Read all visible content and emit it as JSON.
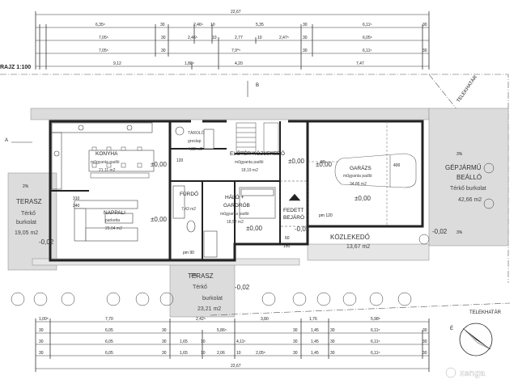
{
  "drawing": {
    "scale_title": "RAJZ 1:100",
    "section_marks": [
      "A",
      "A",
      "B"
    ],
    "boundary_label_right": "TELEKHATÁR",
    "boundary_label_bottom": "TELEKHATÁR",
    "north_mark": "É"
  },
  "dims_top": {
    "overall": "22,67",
    "row1": [
      "6,35⁵",
      "30",
      "2,46⁵",
      "10",
      "5,35",
      "30",
      "6,11⁵",
      "30"
    ],
    "row2": [
      "7,05⁵",
      "30",
      "2,46⁵",
      "10",
      "2,77",
      "10",
      "2,47⁵",
      "30",
      "6,05⁵"
    ],
    "row3": [
      "7,05⁵",
      "30",
      "7,9⁰⁵",
      "30",
      "6,11⁵",
      "30"
    ],
    "row4": [
      "9,12",
      "1,88⁵",
      "4,20",
      "7,47"
    ]
  },
  "dims_bottom": {
    "row1": [
      "1,00⁵",
      "7,70",
      "2,42⁵",
      "3,80",
      "1,76",
      "5,98⁵"
    ],
    "row2": [
      "30",
      "6,05",
      "30",
      "5,86⁵",
      "30",
      "1,45",
      "30",
      "6,11⁵",
      "30"
    ],
    "row3": [
      "30",
      "6,05",
      "30",
      "1,65",
      "10",
      "4,11⁵",
      "30",
      "1,45",
      "30",
      "6,11⁵",
      "30"
    ],
    "row4": [
      "30",
      "6,05",
      "30",
      "1,65",
      "10",
      "2,06",
      "10",
      "2,05⁵",
      "30",
      "1,45",
      "30",
      "6,11⁵",
      "30"
    ],
    "overall": "22,67"
  },
  "rooms": {
    "konyha": {
      "name": "KONYHA",
      "finish": "műgyanta padló",
      "area": "21,11 m2"
    },
    "nappali": {
      "name": "NAPPALI",
      "finish": "parketta",
      "area": "29,04 m2"
    },
    "taroló": {
      "name": "TÁROLÓ",
      "finish": "greslap",
      "area": "4,83 m2"
    },
    "eloter": {
      "name": "ELŐTÉR-KÖZLEKEDŐ",
      "finish": "műgyanta padló",
      "area": "18,19 m2"
    },
    "furdo": {
      "name": "FÜRDŐ",
      "area": "7,43 m2"
    },
    "halo": {
      "name": "HÁLÓ +",
      "name2": "GARDRÓB",
      "finish": "műgyanta padló",
      "area": "18,52 m2"
    },
    "fedett": {
      "name": "FEDETT",
      "name2": "BEJÁRÓ"
    },
    "garazs": {
      "name": "GARÁZS",
      "finish": "műgyanta padló",
      "area": "34,86 m2"
    }
  },
  "levels": {
    "konyha": "±0,00",
    "nappali": "±0,00",
    "eloter": "±0,00",
    "halo": "±0,00",
    "garazs1": "±0,00",
    "garazs2": "±0,00",
    "fedett": "-0,02",
    "terasz_left": "-0,02",
    "terasz_bottom": "-0,02",
    "parking": "-0,02"
  },
  "outdoor": {
    "terasz_left": {
      "name": "TERASZ",
      "finish": "Térkő",
      "finish2": "burkolat",
      "area": "19,05 m2"
    },
    "terasz_bottom": {
      "name": "TERASZ",
      "finish": "Térkő",
      "finish2": "burkolat",
      "area": "23,21 m2"
    },
    "parking": {
      "name": "GÉPJÁRMŰ",
      "name2": "BEÁLLÓ",
      "finish": "Térkő burkolat",
      "area": "42,66 m2"
    },
    "kozlekedo": {
      "name": "KÖZLEKEDŐ",
      "area": "13,67 m2"
    }
  },
  "small_labels": {
    "slope_1": "2%",
    "slope_2": "3%",
    "slope_3": "3%",
    "slope_4": "2%",
    "door_240": "240",
    "door_310": "310",
    "door_150": "150",
    "door_90": "90",
    "door_120": "120",
    "door_400": "400",
    "door_60": "60",
    "win_p90": "pm 90",
    "win_p120": "pm 120"
  },
  "watermark": "zenga"
}
